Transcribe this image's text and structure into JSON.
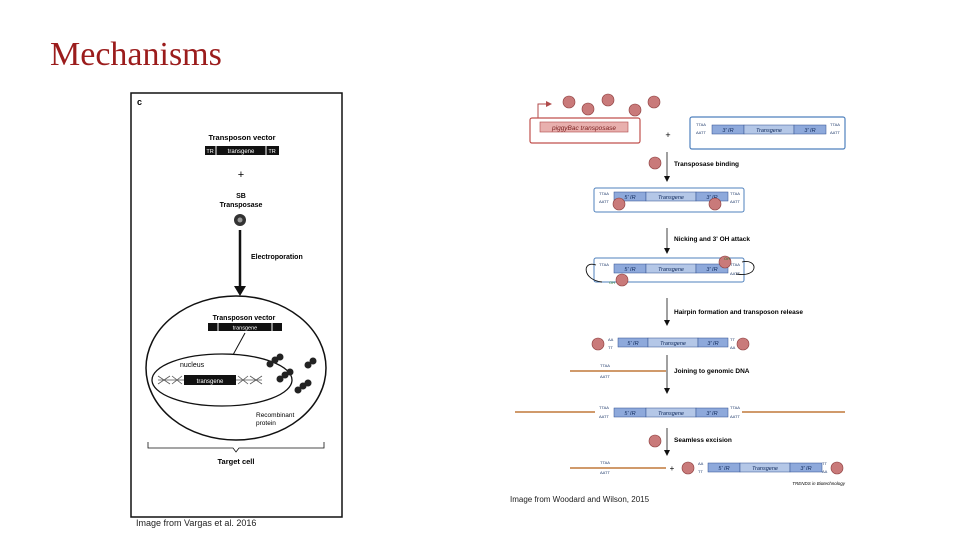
{
  "slide": {
    "title": "Mechanisms"
  },
  "left_figure": {
    "panel_label": "c",
    "vector_heading": "Transposon vector",
    "tr_left": "TR",
    "transgene": "transgene",
    "tr_right": "TR",
    "plus": "+",
    "sb_label": "SB",
    "transposase_label": "Transposase",
    "method": "Electroporation",
    "cell_vector_heading": "Transposon vector",
    "cell_transgene": "transgene",
    "nucleus_label": "nucleus",
    "genome_transgene": "transgene",
    "protein_label_1": "Recombinant",
    "protein_label_2": "protein",
    "target_label": "Target cell",
    "caption": "Image from Vargas et al. 2016"
  },
  "right_figure": {
    "enzyme_label": "piggyBac transposase",
    "plus_top": "+",
    "ir5": "5' IR",
    "ir3": "3' IR",
    "transgene": "Transgene",
    "ttaa_top": "TTAA",
    "ttaa_bottom": "AATT",
    "step_1": "Transposase binding",
    "step_2": "Nicking and 3' OH attack",
    "step_3": "Hairpin formation and transposon release",
    "step_4": "Joining to genomic DNA",
    "step_5": "Seamless excision",
    "oh_label": "OH",
    "aa": "AA",
    "tt": "TT",
    "plus_bottom": "+",
    "journal": "TRENDS in Biotechnology",
    "caption": "Image from Woodard and Wilson, 2015"
  }
}
